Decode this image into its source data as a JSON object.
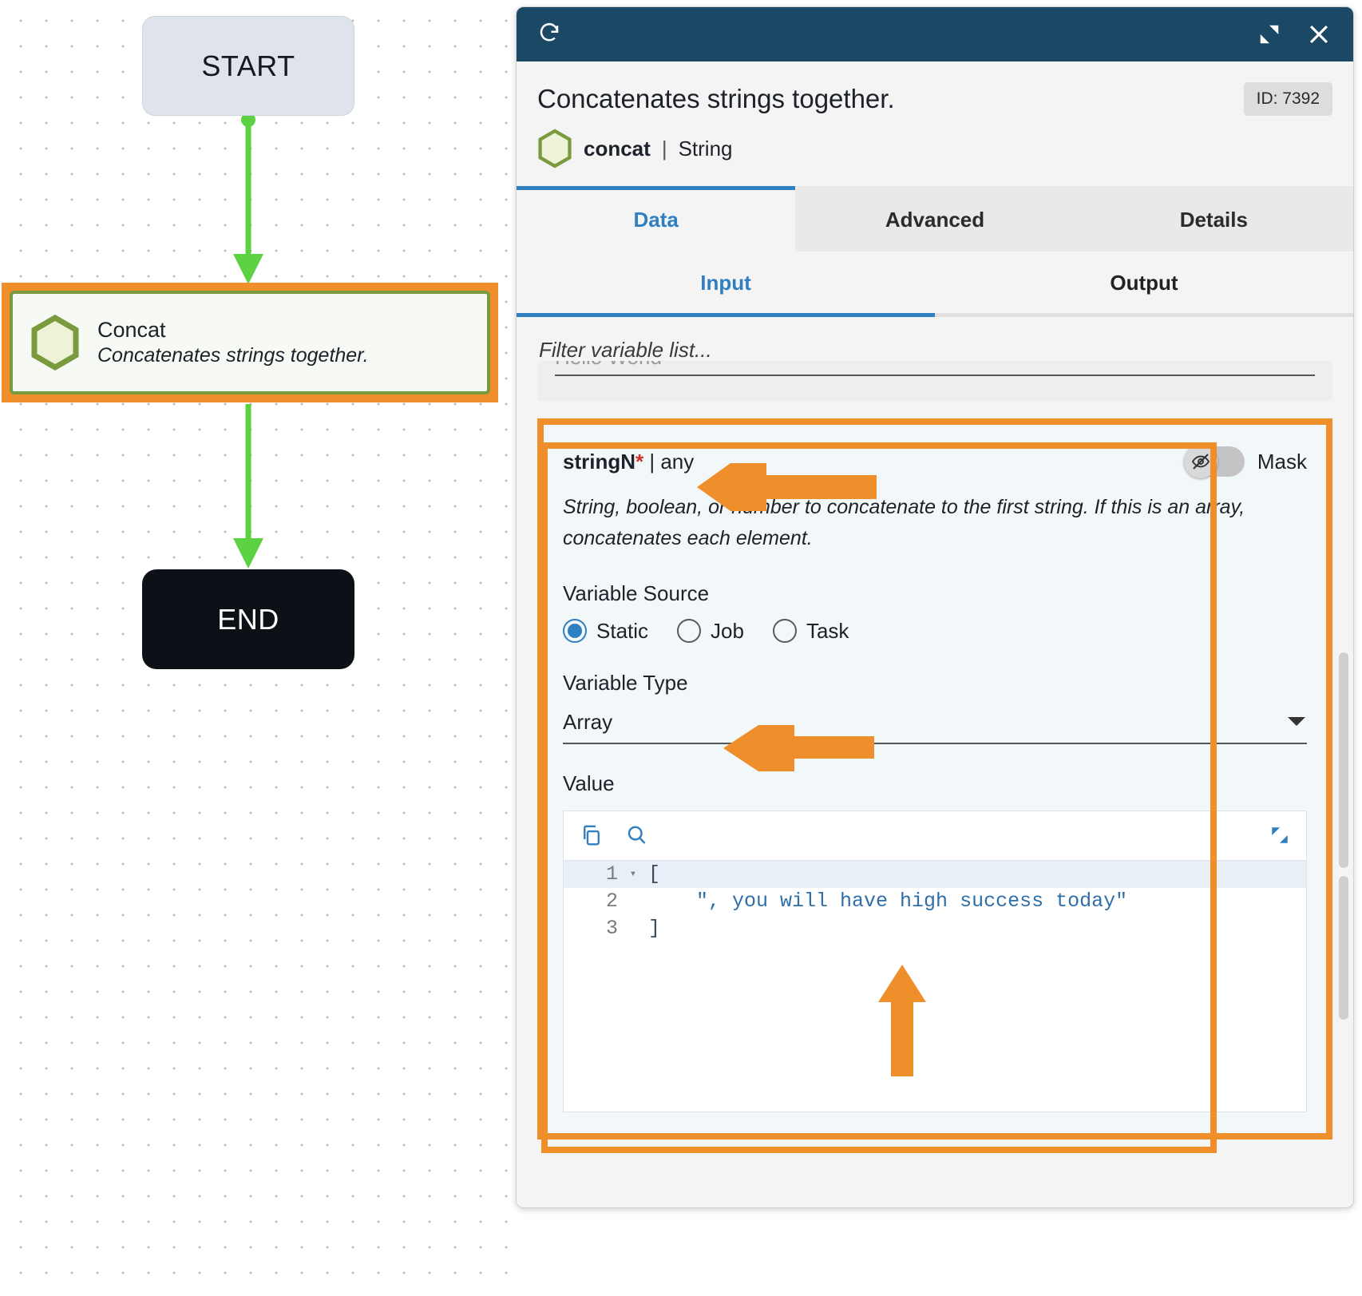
{
  "canvas": {
    "nodes": [
      {
        "id": "start",
        "label": "START"
      },
      {
        "id": "concat",
        "title": "Concat",
        "subtitle": "Concatenates strings together."
      },
      {
        "id": "end",
        "label": "END"
      }
    ],
    "connector_color": "#5cd141"
  },
  "panel": {
    "titlebar": {
      "refresh_icon": "refresh-icon",
      "collapse_icon": "collapse-icon",
      "close_icon": "close-icon"
    },
    "heading": "Concatenates strings together.",
    "id_badge": "ID: 7392",
    "node_kind": "concat",
    "node_separator": "|",
    "node_category": "String",
    "tabs": [
      {
        "label": "Data",
        "active": true
      },
      {
        "label": "Advanced",
        "active": false
      },
      {
        "label": "Details",
        "active": false
      }
    ],
    "subtabs": [
      {
        "label": "Input",
        "active": true
      },
      {
        "label": "Output",
        "active": false
      }
    ],
    "filter": {
      "placeholder": "Filter variable list...",
      "value": ""
    },
    "previous_field_value": "Hello World",
    "string_n": {
      "name": "stringN",
      "required_marker": "*",
      "type": "| any",
      "description": "String, boolean, or number to concatenate to the first string. If this is an array, concatenates each element.",
      "mask_label": "Mask",
      "mask_enabled": false,
      "mask_icon": "eye-off-icon",
      "variable_source_label": "Variable Source",
      "variable_source_options": [
        {
          "label": "Static",
          "selected": true
        },
        {
          "label": "Job",
          "selected": false
        },
        {
          "label": "Task",
          "selected": false
        }
      ],
      "variable_type_label": "Variable Type",
      "variable_type_value": "Array",
      "value_label": "Value",
      "editor": {
        "copy_icon": "copy-icon",
        "search_icon": "search-icon",
        "expand_icon": "expand-icon",
        "lines": [
          {
            "number": "1",
            "text": "[",
            "foldable": true,
            "active": true
          },
          {
            "number": "2",
            "text": "    \", you will have high success today\"",
            "foldable": false,
            "active": false
          },
          {
            "number": "3",
            "text": "]",
            "foldable": false,
            "active": false
          }
        ]
      }
    }
  },
  "colors": {
    "titlebar": "#1b4965",
    "accent_blue": "#2f7fc1",
    "annotation_orange": "#ef8f2b",
    "node_green": "#7a9a3e",
    "connector_green": "#5cd141",
    "required_red": "#d0332c"
  }
}
